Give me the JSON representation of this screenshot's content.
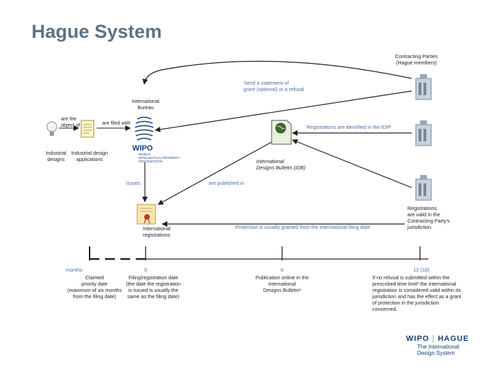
{
  "title": "Hague System",
  "labels": {
    "contracting_parties": "Contracting Parties\n(Hague members)",
    "send_statement": "Send a statement of\ngrant (optional) or a refusal",
    "international_bureau": "International\nBureau",
    "are_the_object_of": "are the\nobject of",
    "are_filed_with": "are filed with",
    "industrial_designs": "Industrial\ndesigns",
    "industrial_design_applications": "Industrial design\napplications",
    "registrations_identified": "Registrations are identified in the IDIP",
    "idb": "International\nDesigns Bulletin (IDB)",
    "issues": "issues",
    "are_published_in": "are published in",
    "international_registrations": "International\nregistrations",
    "protection_granted": "Protection is usually granted from the international filing date",
    "registrations_valid": "Registrations\nare valid in the\nContracting Party's\njurisdiction"
  },
  "wipo_logo": {
    "word": "WIPO",
    "sub": "WORLD\nINTELLECTUAL PROPERTY\nORGANIZATION"
  },
  "timeline": {
    "months_label": "months",
    "ticks": [
      {
        "label": "0",
        "desc": "Filing/registration date\n(the date the registration\nis issued is usually the\nsame as the filing date)"
      },
      {
        "label": "6",
        "desc": "Publication online in the\nInternational\nDesigns Bulletin¹"
      },
      {
        "label": "12 (18)",
        "desc": "If no refusal is submitted within the\nprescribed time limit² the international\nregistration is considered valid within its\njurisdiction and has the effect as a grant\nof protection in the jurisdiction\nconcerned."
      }
    ],
    "claimed_priority": "Claimed\npriority date\n(maximum of six months\nfrom the filing date)"
  },
  "brand": {
    "wipo": "WIPO",
    "hague": "HAGUE",
    "sub": "The International\nDesign System"
  },
  "icon_names": [
    "lightbulb-icon",
    "document-icon",
    "wipo-logo-icon",
    "globe-document-icon",
    "certificate-icon",
    "building-icon"
  ]
}
